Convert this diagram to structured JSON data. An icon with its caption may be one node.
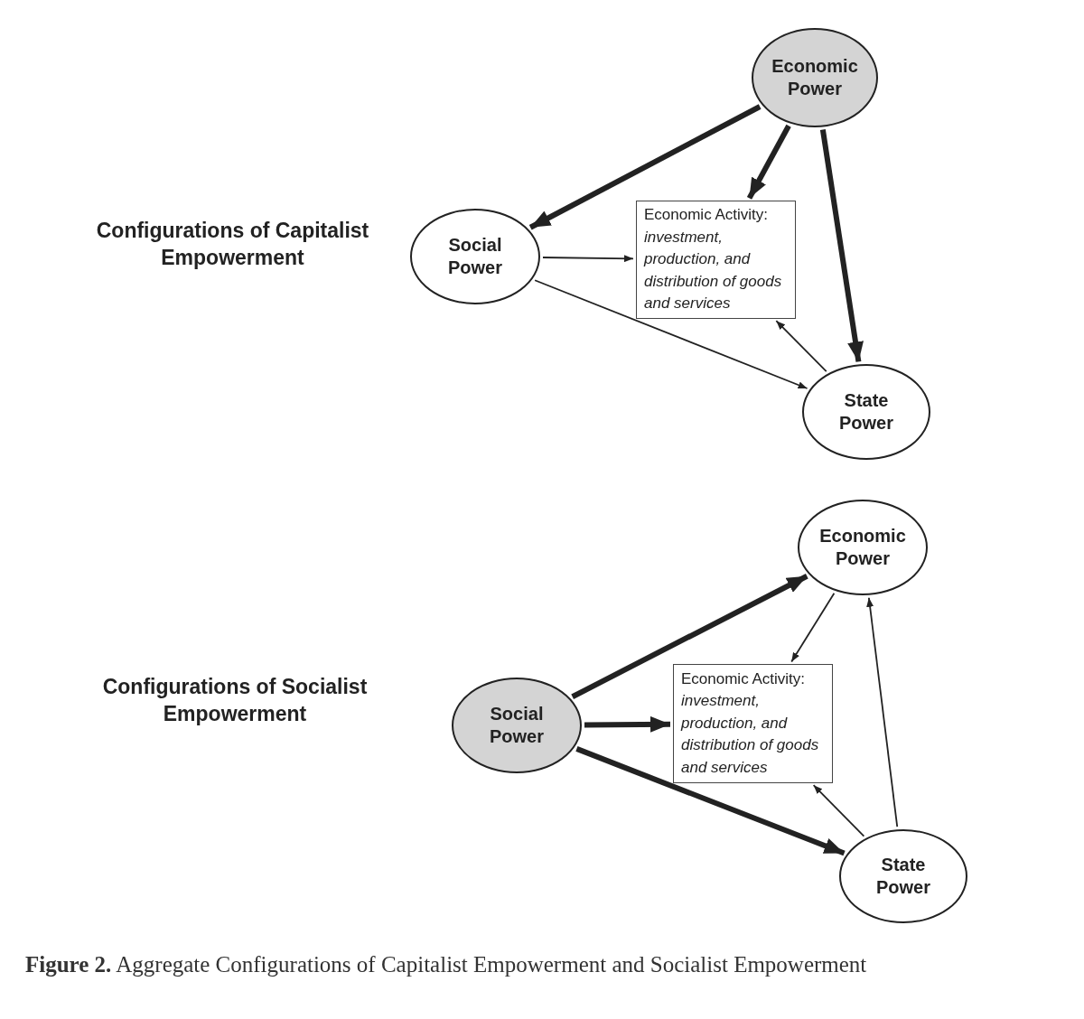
{
  "diagram": {
    "caption": "**Figure 2.** Aggregate Configurations of Capitalist Empowerment and Socialist Empowerment",
    "nodes": [
      {
        "text": [
          "Economic Power"
        ]
      },
      {
        "text": [
          "Social Power"
        ]
      },
      {
        "text": [
          "Economic Activity:",
          "investment, production, and distribution of goods and services"
        ]
      },
      {
        "text": [
          "State Power"
        ]
      },
      {
        "text": [
          "Economic Power"
        ]
      },
      {
        "text": [
          "Social Power"
        ]
      },
      {
        "text": [
          "Economic Activity:",
          "investment, production, and distribution of goods and services"
        ]
      },
      {
        "text": [
          "State Power"
        ]
      }
    ],
    "edges": [
      {
        "from": 0,
        "to": 1,
        "arrow": "to",
        "style": "thick"
      },
      {
        "from": 0,
        "to": 2,
        "arrow": "to",
        "style": "thick"
      },
      {
        "from": 0,
        "to": 3,
        "arrow": "to",
        "style": "thick"
      },
      {
        "from": 1,
        "to": 2,
        "arrow": "to"
      },
      {
        "from": 1,
        "to": 3,
        "arrow": "to"
      },
      {
        "from": 3,
        "to": 2,
        "arrow": "to"
      },
      {
        "from": 5,
        "to": 4,
        "arrow": "to",
        "style": "thick"
      },
      {
        "from": 5,
        "to": 6,
        "arrow": "to",
        "style": "thick"
      },
      {
        "from": 5,
        "to": 7,
        "arrow": "to",
        "style": "thick"
      },
      {
        "from": 4,
        "to": 6,
        "arrow": "to"
      },
      {
        "from": 7,
        "to": 4,
        "arrow": "to"
      },
      {
        "from": 7,
        "to": 6,
        "arrow": "to"
      }
    ],
    "labels": [
      "Configurations of Capitalist Empowerment",
      "Configurations of Socialist Empowerment"
    ]
  }
}
